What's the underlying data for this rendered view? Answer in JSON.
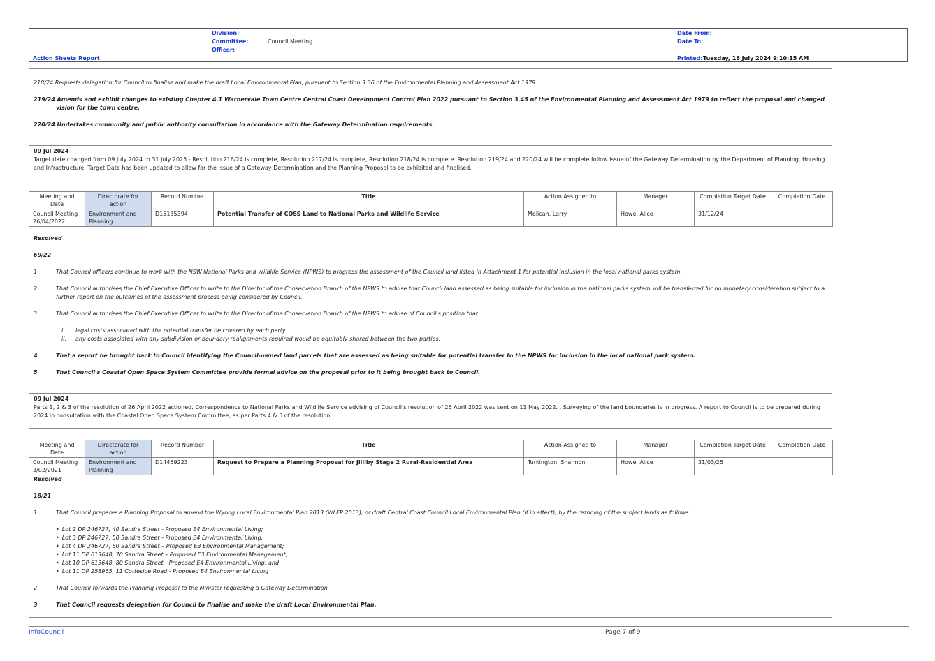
{
  "header": {
    "division_label": "Division:",
    "committee_label": "Committee:",
    "committee_value": "Council Meeting",
    "officer_label": "Officer:",
    "report_title": "Action Sheets Report",
    "date_from_label": "Date From:",
    "date_to_label": "Date To:",
    "printed_label": "Printed:",
    "printed_value": "Tuesday, 16 July 2024  9:10:15 AM"
  },
  "box1": {
    "line1": "218/24  Requests delegation for Council to finalise and make the draft Local Environmental Plan, pursuant to Section 3.36 of the Environmental Planning and Assessment Act 1979.",
    "line2": "219/24 Amends and exhibit changes to existing Chapter 4.1 Warnervale Town Centre Central Coast Development Control Plan 2022 pursuant to Section 3.45 of the Environmental Planning and Assessment Act 1979 to reflect the proposal and changed vision for the town centre.",
    "line3": "220/24 Undertakes community and public authority consultation in accordance with the Gateway Determination requirements.",
    "note_date": "09 Jul 2024",
    "note_text": "Target date changed from 09 July 2024 to 31 July 2025 - Resolution 216/24 is complete, Resolution 217/24 is complete, Resolution 218/24 is complete.  Resolution 219/24 and 220/24 will be complete follow issue of the Gateway Determination by the Department of Planning, Housing and Infrastructure.  Target Date has been updated to allow for the issue of a Gateway Determination and the Planning Proposal to be exhibited and finalised."
  },
  "columns": [
    "Meeting and Date",
    "Directorate for action",
    "Record Number",
    "Title",
    "Action Assigned to",
    "Manager",
    "Completion Target Date",
    "Completion Date"
  ],
  "item1": {
    "meeting": "Council Meeting 26/04/2022",
    "directorate": "Environment and Planning",
    "record": "D15135394",
    "title": "Potential Transfer of COSS Land to National Parks and Wildlife Service",
    "assigned": "Melican, Larry",
    "manager": "Howe, Alice",
    "target": "31/12/24",
    "completion": "",
    "resolved": "Resolved",
    "resno": "69/22",
    "p1n": "1",
    "p1": "That Council officers continue to work with the NSW National Parks and Wildlife Service (NPWS) to progress the assessment of the Council land listed in Attachment 1 for potential inclusion in the local national parks system.",
    "p2n": "2",
    "p2": "That Council authorises the Chief Executive Officer to write to the Director of the Conservation Branch of the NPWS to advise that Council land assessed as being suitable for inclusion in the national parks system will be transferred for no monetary consideration subject to a further report on the outcomes of the assessment process being considered by Council.",
    "p3n": "3",
    "p3": "That Council authorises the Chief Executive Officer to write to the Director of the Conservation Branch of the NPWS to advise of Council's position that:",
    "sub1n": "i.",
    "sub1": "legal costs associated with the potential transfer be covered by each party.",
    "sub2n": "ii.",
    "sub2": "any costs associated with any subdivision or boundary realignments required would be equitably shared between the two parties.",
    "p4n": "4",
    "p4": "That a report be brought back to Council identifying the Council-owned land parcels that are assessed as being suitable for potential transfer to the NPWS for inclusion in the local national park system.",
    "p5n": "5",
    "p5": "That Council's Coastal Open Space System Committee provide formal advice on the proposal prior to it being brought back to Council.",
    "note_date": "09 Jul 2024",
    "note_text": "Parts 1, 2 & 3 of the resolution of 26 April 2022 actioned. Correspondence to National Parks and Wildlife Service advising of Council's resolution of 26 April 2022 was sent on 11 May 2022. , Surveying of the land boundaries is in progress. A report to Council is to be prepared during 2024 in consultation with the Coastal Open Space System Committee, as per Parts 4 & 5 of the resolution"
  },
  "item2": {
    "meeting": "Council Meeting 3/02/2021",
    "directorate": "Environment and Planning",
    "record": "D14459223",
    "title": "Request to Prepare a Planning Proposal for Jilliby Stage 2 Rural-Residential Area",
    "assigned": "Turkington, Shannon",
    "manager": "Howe, Alice",
    "target": "31/03/25",
    "completion": "",
    "resolved": "Resolved",
    "resno": "18/21",
    "p1n": "1",
    "p1": "That Council prepares a Planning Proposal to amend the Wyong Local Environmental Plan 2013 (WLEP 2013), or draft Central Coast Council Local Environmental Plan (if in effect), by the rezoning of the subject lands as follows:",
    "lots": [
      "Lot 2 DP 246727, 40 Sandra Street - Proposed E4 Environmental Living;",
      "Lot 3 DP 246727, 50 Sandra Street - Proposed E4 Environmental Living;",
      "Lot 4 DP 246727, 60 Sandra Street – Proposed E3 Environmental Management;",
      "Lot 11 DP 613648, 70 Sandra Street – Proposed E3 Environmental Management;",
      "Lot 10 DP 613648, 80 Sandra Street - Proposed E4 Environmental Living; and",
      "Lot 11 DP 258965, 11 Cottesloe Road - Proposed E4 Environmental Living"
    ],
    "p2n": "2",
    "p2": "That Council forwards the Planning Proposal to the Minister requesting a Gateway Determination",
    "p3n": "3",
    "p3": "That Council requests delegation for Council to finalise and make the draft Local Environmental Plan."
  },
  "footer": {
    "left": "InfoCouncil",
    "page": "Page 7 of 9"
  }
}
